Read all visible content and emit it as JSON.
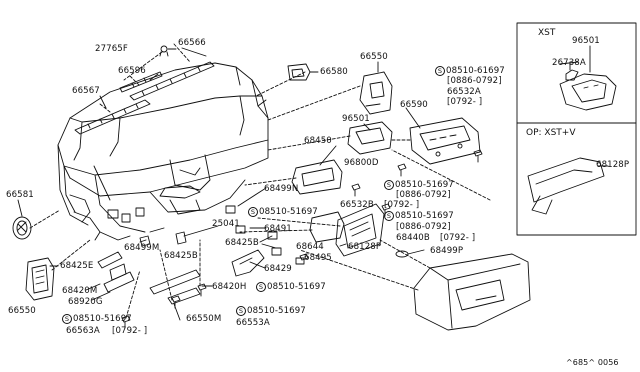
{
  "diagram": {
    "labels": {
      "p27765F": "27765F",
      "p66566": "66566",
      "p66596": "66596",
      "p66567": "66567",
      "p66580": "66580",
      "p66550_top": "66550",
      "p66581": "66581",
      "p96501": "96501",
      "p66590": "66590",
      "p68450": "68450",
      "p96800D": "96800D",
      "p68499N": "68499N",
      "p68491": "68491",
      "p68425B_a": "68425B",
      "p68644": "68644",
      "p68425B_b": "68425B",
      "p68495": "68495",
      "p25041": "25041",
      "p68499M": "68499M",
      "p68425E": "68425E",
      "p68420M": "68420M",
      "p68920G": "68920G",
      "p66550_bot": "66550",
      "p66563A": "66563A",
      "p66550M": "66550M",
      "p66553A": "66553A",
      "p68420H": "68420H",
      "p68429": "68429",
      "p68128P_main": "68128P",
      "p68499P": "68499P",
      "p66532B": "66532B",
      "p68440B": "68440B",
      "p66532A": "66532A",
      "s1": "08510-61697",
      "s1_range": "[0886-0792]",
      "s1_range2": "[0792-   ]",
      "s2": "08510-51697",
      "s2_range": "[0886-0792]",
      "s2_range2": "[0792-   ]",
      "s3": "08510-51697",
      "s4": "08510-51697",
      "s4_range2": "[0792-   ]",
      "s5": "08510-51697",
      "s6": "08510-51697",
      "s7": "08510-51697",
      "s7_range": "[0792-   ]",
      "screw_symbol": "S"
    },
    "inset_xst": {
      "title": "XST",
      "p96501": "96501",
      "p26738A": "26738A"
    },
    "inset_op": {
      "title": "OP: XST+V",
      "p68128P": "68128P"
    },
    "footer_code": "^685^ 0056"
  }
}
